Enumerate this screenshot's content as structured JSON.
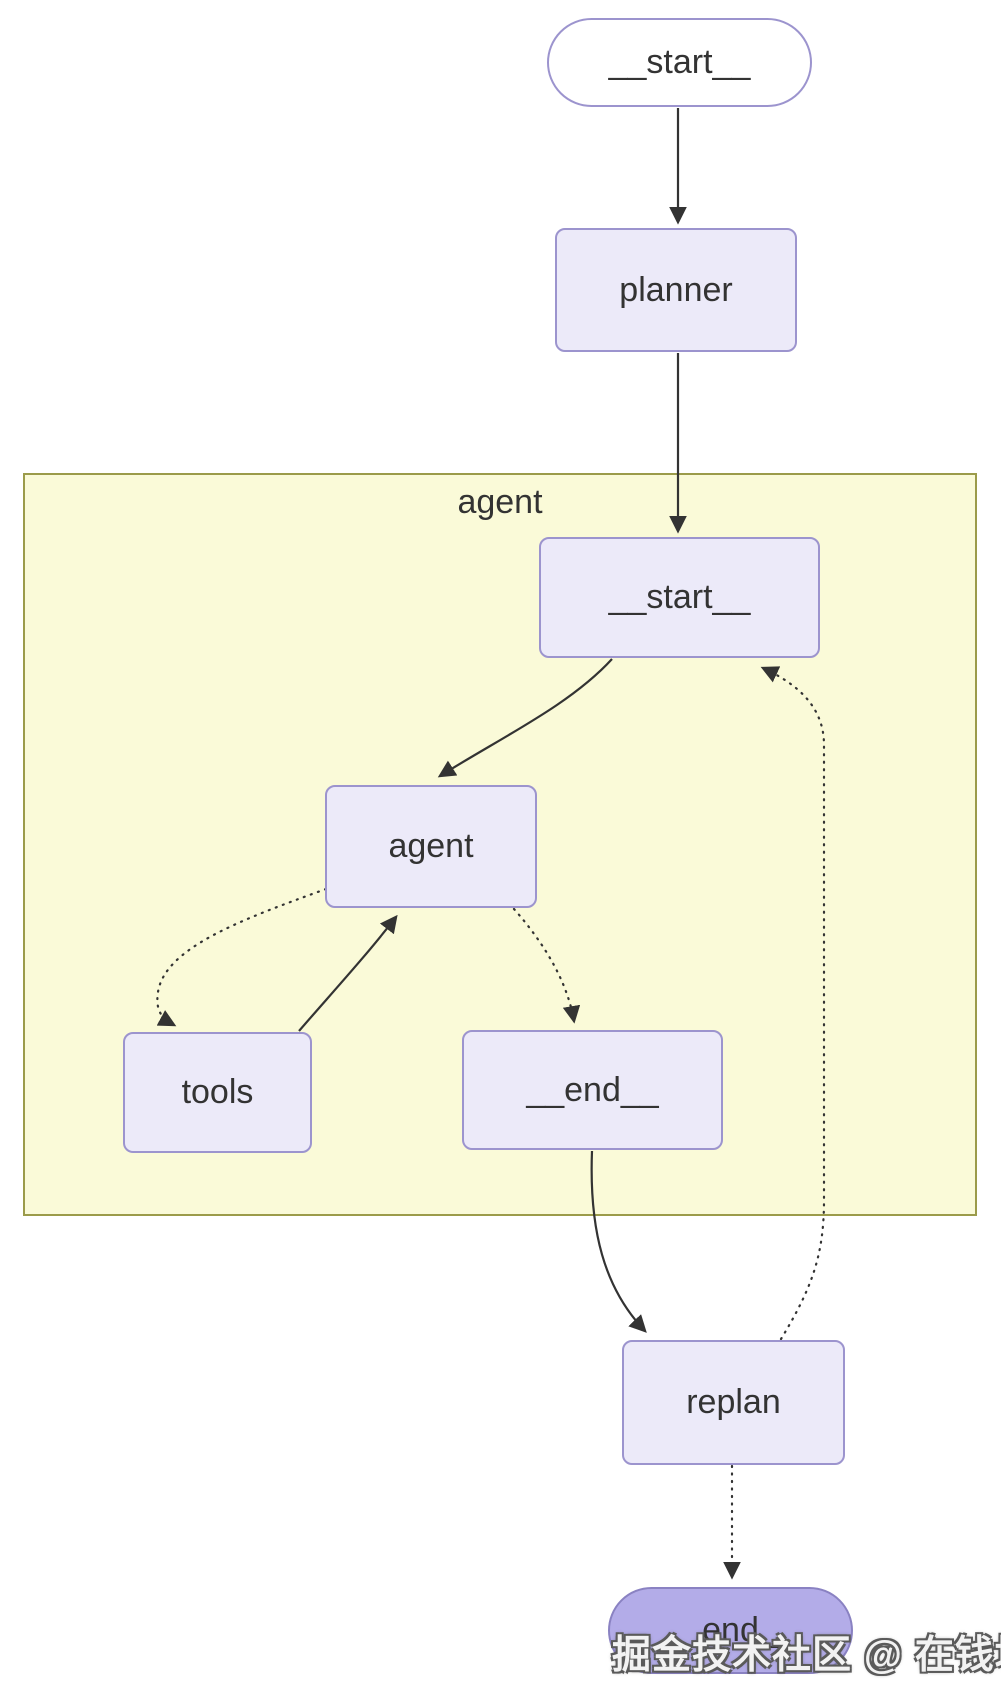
{
  "diagram": {
    "type": "flowchart",
    "nodes": {
      "outer_start": {
        "label": "__start__",
        "shape": "stadium"
      },
      "planner": {
        "label": "planner",
        "shape": "rect"
      },
      "inner_start": {
        "label": "__start__",
        "shape": "rect"
      },
      "agent": {
        "label": "agent",
        "shape": "rect"
      },
      "tools": {
        "label": "tools",
        "shape": "rect"
      },
      "inner_end": {
        "label": "__end__",
        "shape": "rect"
      },
      "replan": {
        "label": "replan",
        "shape": "rect"
      },
      "outer_end": {
        "label": "__end__",
        "shape": "stadium"
      }
    },
    "subgraph": {
      "label": "agent"
    },
    "edges": [
      {
        "from": "__start__",
        "to": "planner",
        "style": "solid"
      },
      {
        "from": "planner",
        "to": "agent.__start__",
        "style": "solid"
      },
      {
        "from": "agent.__start__",
        "to": "agent.agent",
        "style": "solid"
      },
      {
        "from": "agent.agent",
        "to": "agent.tools",
        "style": "dotted"
      },
      {
        "from": "agent.tools",
        "to": "agent.agent",
        "style": "solid"
      },
      {
        "from": "agent.agent",
        "to": "agent.__end__",
        "style": "dotted"
      },
      {
        "from": "agent.__end__",
        "to": "replan",
        "style": "solid"
      },
      {
        "from": "replan",
        "to": "agent.__start__",
        "style": "dotted"
      },
      {
        "from": "replan",
        "to": "__end__",
        "style": "dotted"
      }
    ],
    "colors": {
      "node_fill": "#eceaf9",
      "node_border": "#9c94ce",
      "start_pill_fill": "#ffffff",
      "end_pill_fill": "#b3ace8",
      "subgraph_fill": "#fafad8",
      "subgraph_border": "#9b9b4a",
      "edge_stroke": "#333333",
      "text": "#333333"
    }
  },
  "watermark": {
    "text": "掘金技术社区 @ 在钱塘江"
  }
}
